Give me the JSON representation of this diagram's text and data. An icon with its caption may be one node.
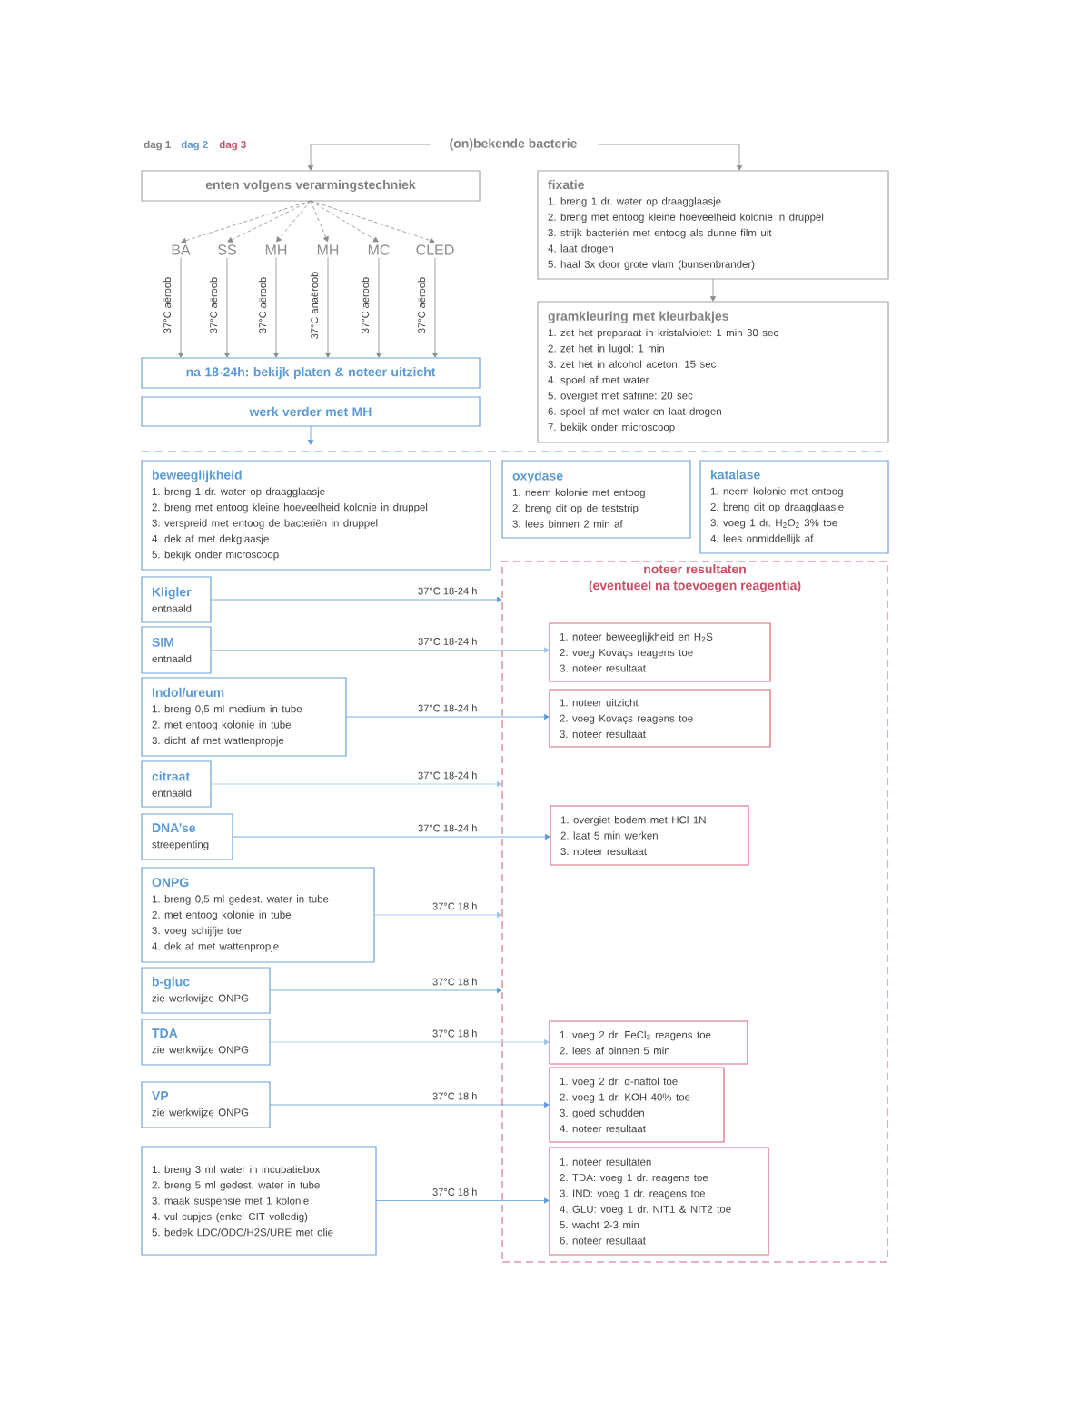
{
  "diagram": {
    "nodes": [
      {
        "text": [
          "(on)bekende bacterie"
        ]
      },
      {
        "text": [
          "enten volgens verarmingstechniek"
        ]
      },
      {
        "text": [
          "BA"
        ]
      },
      {
        "text": [
          "SS"
        ]
      },
      {
        "text": [
          "MH"
        ]
      },
      {
        "text": [
          "MH"
        ]
      },
      {
        "text": [
          "MC"
        ]
      },
      {
        "text": [
          "CLED"
        ]
      },
      {
        "text": [
          "na 18-24h: bekijk platen & noteer uitzicht"
        ]
      },
      {
        "text": [
          "werk verder met MH"
        ]
      },
      {
        "text": [
          "fixatie",
          "1. breng 1 dr. water op draagglaasje",
          "2. breng met entoog kleine hoeveelheid kolonie in druppel",
          "3. strijk bacteriën met entoog als dunne film uit",
          "4. laat drogen",
          "5. haal 3x door grote vlam (bunsenbrander)"
        ]
      },
      {
        "text": [
          "gramkleuring met kleurbakjes",
          "1. zet het preparaat in kristalviolet: 1 min 30 sec",
          "2. zet het in lugol: 1 min",
          "3. zet het in alcohol aceton: 15 sec",
          "4. spoel af met water",
          "5. overgiet met safrine: 20 sec",
          "6. spoel af met water en laat drogen",
          "7. bekijk onder microscoop"
        ]
      },
      {
        "text": [
          "beweeglijkheid",
          "1. breng 1 dr. water op draagglaasje",
          "2. breng met entoog kleine hoeveelheid kolonie in druppel",
          "3. verspreid met entoog de bacteriën in druppel",
          "4. dek af met dekglaasje",
          "5. bekijk onder microscoop"
        ]
      },
      {
        "text": [
          "oxydase",
          "1. neem kolonie met entoog",
          "2. breng dit op de teststrip",
          "3. lees binnen 2 min af"
        ]
      },
      {
        "text": [
          "katalase",
          "1. neem kolonie met entoog",
          "2. breng dit op draagglaasje",
          "3. voeg 1 dr. H$_{2}$O$_{2}$ 3% toe",
          "4. lees onmiddellijk af"
        ]
      },
      {
        "text": [
          "noteer resultaten",
          "(eventueel na toevoegen reagentia)"
        ]
      },
      {
        "text": [
          "Kligler",
          "entnaald"
        ]
      },
      {
        "text": [
          "SIM",
          "entnaald"
        ]
      },
      {
        "text": [
          "1. noteer beweeglijkheid en H$_{2}$S",
          "2. voeg Kovaçs reagens toe",
          "3. noteer resultaat"
        ],
        "in": 15
      },
      {
        "text": [
          "Indol/ureum",
          "1. breng 0,5 ml medium in tube",
          "2. met entoog kolonie in tube",
          "3. dicht af met wattenpropje"
        ]
      },
      {
        "text": [
          "1. noteer uitzicht",
          "2. voeg Kovaçs reagens toe",
          "3. noteer resultaat"
        ],
        "in": 15
      },
      {
        "text": [
          "citraat",
          "entnaald"
        ]
      },
      {
        "text": [
          "DNA’se",
          "streepenting"
        ]
      },
      {
        "text": [
          "1. overgiet bodem met HCl 1N",
          "2. laat 5 min werken",
          "3. noteer resultaat"
        ],
        "in": 15
      },
      {
        "text": [
          "ONPG",
          "1. breng 0,5 ml gedest. water in tube",
          "2. met entoog kolonie in tube",
          "3. voeg schijfje toe",
          "4. dek af met wattenpropje"
        ]
      },
      {
        "text": [
          "b-gluc",
          "zie werkwijze ONPG"
        ]
      },
      {
        "text": [
          "TDA",
          "zie werkwijze ONPG"
        ]
      },
      {
        "text": [
          "1. voeg 2 dr. FeCl$_{3}$ reagens toe",
          "2. lees af binnen 5 min"
        ],
        "in": 15
      },
      {
        "text": [
          "VP",
          "zie werkwijze ONPG"
        ]
      },
      {
        "text": [
          "1. voeg 2 dr. α-naftol toe",
          "2. voeg 1 dr. KOH 40% toe",
          "3. goed schudden",
          "4. noteer resultaat"
        ],
        "in": 15
      },
      {
        "text": [
          "1. breng 3 ml water in incubatiebox",
          "2. breng 5 ml gedest. water in tube",
          "3. maak suspensie met 1 kolonie",
          "4. vul cupjes (enkel CIT volledig)",
          "5. bedek LDC/ODC/H2S/URE met olie"
        ]
      },
      {
        "text": [
          "1. noteer resultaten",
          "2. TDA: voeg 1 dr. reagens toe",
          "3. IND: voeg 1 dr. reagens toe",
          "4. GLU: voeg 1 dr. NIT1 & NIT2 toe",
          "5. wacht 2-3 min",
          "6. noteer resultaat"
        ],
        "in": 15
      }
    ],
    "edges": [
      {
        "from": 0,
        "to": 1,
        "arrow": "to"
      },
      {
        "from": 0,
        "to": 10,
        "arrow": "to"
      },
      {
        "from": 1,
        "to": 2,
        "arrow": "to",
        "style": "dashed"
      },
      {
        "from": 1,
        "to": 3,
        "arrow": "to",
        "style": "dashed"
      },
      {
        "from": 1,
        "to": 4,
        "arrow": "to",
        "style": "dashed"
      },
      {
        "from": 1,
        "to": 5,
        "arrow": "to",
        "style": "dashed"
      },
      {
        "from": 1,
        "to": 6,
        "arrow": "to",
        "style": "dashed"
      },
      {
        "from": 1,
        "to": 7,
        "arrow": "to",
        "style": "dashed"
      },
      {
        "from": 2,
        "to": 8,
        "arrow": "to",
        "label": "37°C aëroob"
      },
      {
        "from": 3,
        "to": 8,
        "arrow": "to",
        "label": "37°C aëroob"
      },
      {
        "from": 4,
        "to": 8,
        "arrow": "to",
        "label": "37°C aëroob"
      },
      {
        "from": 5,
        "to": 8,
        "arrow": "to",
        "label": "37°C anaëroob"
      },
      {
        "from": 6,
        "to": 8,
        "arrow": "to",
        "label": "37°C aëroob"
      },
      {
        "from": 7,
        "to": 8,
        "arrow": "to",
        "label": "37°C aëroob"
      },
      {
        "from": 10,
        "to": 11,
        "arrow": "to"
      },
      {
        "from": 9,
        "to": null,
        "arrow": "to",
        "color": "#5b9bd5"
      },
      {
        "from": 16,
        "to": 15,
        "arrow": "to",
        "label": "37°C 18-24 h",
        "color": "#5b9bd5"
      },
      {
        "from": 17,
        "to": 18,
        "arrow": "to",
        "label": "37°C 18-24 h",
        "color": "#9dc3e6"
      },
      {
        "from": 19,
        "to": 20,
        "arrow": "to",
        "label": "37°C 18-24 h",
        "color": "#5b9bd5"
      },
      {
        "from": 21,
        "to": 15,
        "arrow": "to",
        "label": "37°C 18-24 h",
        "color": "#9dc3e6"
      },
      {
        "from": 22,
        "to": 23,
        "arrow": "to",
        "label": "37°C 18-24 h",
        "color": "#5b9bd5"
      },
      {
        "from": 24,
        "to": 15,
        "arrow": "to",
        "label": "37°C 18 h",
        "color": "#9dc3e6"
      },
      {
        "from": 25,
        "to": 15,
        "arrow": "to",
        "label": "37°C 18 h",
        "color": "#5b9bd5"
      },
      {
        "from": 26,
        "to": 27,
        "arrow": "to",
        "label": "37°C 18 h",
        "color": "#9dc3e6"
      },
      {
        "from": 28,
        "to": 29,
        "arrow": "to",
        "label": "37°C 18 h",
        "color": "#5b9bd5"
      },
      {
        "from": 30,
        "to": 31,
        "arrow": "to",
        "label": "37°C 18 h",
        "color": "#5b9bd5"
      }
    ],
    "legend": [
      {
        "text": "dag 1",
        "color": "#7f7f7f"
      },
      {
        "text": "dag 2",
        "color": "#5b9bd5"
      },
      {
        "text": "dag 3",
        "color": "#cc4d66"
      }
    ]
  }
}
